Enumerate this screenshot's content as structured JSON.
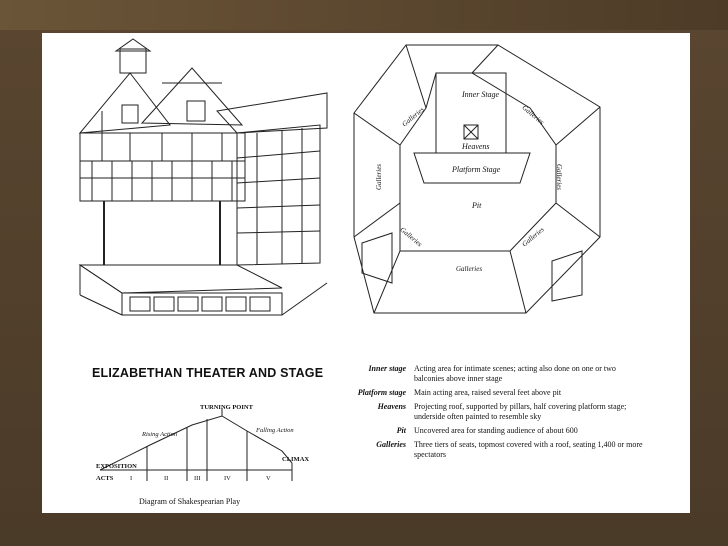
{
  "figure": {
    "title": "ELIZABETHAN THEATER AND STAGE"
  },
  "floor_plan": {
    "labels": {
      "inner_stage": "Inner Stage",
      "heavens": "Heavens",
      "platform_stage": "Platform Stage",
      "pit": "Pit",
      "galleries": "Galleries"
    }
  },
  "plot_diagram": {
    "turning_point": "TURNING POINT",
    "rising_action": "Rising Action",
    "falling_action": "Falling Action",
    "exposition": "EXPOSITION",
    "climax": "CLIMAX",
    "acts_label": "ACTS",
    "acts": [
      "I",
      "II",
      "III",
      "IV",
      "V"
    ],
    "caption": "Diagram of Shakespearian Play"
  },
  "legend": [
    {
      "term": "Inner stage",
      "definition": "Acting area for intimate scenes; acting also done on one or two balconies above inner stage"
    },
    {
      "term": "Platform stage",
      "definition": "Main acting area, raised several feet above pit"
    },
    {
      "term": "Heavens",
      "definition": "Projecting roof, supported by pillars, half covering platform stage; underside often painted to resemble sky"
    },
    {
      "term": "Pit",
      "definition": "Uncovered area for standing audience of about 600"
    },
    {
      "term": "Galleries",
      "definition": "Three tiers of seats, topmost covered with a roof, seating 1,400 or more spectators"
    }
  ]
}
